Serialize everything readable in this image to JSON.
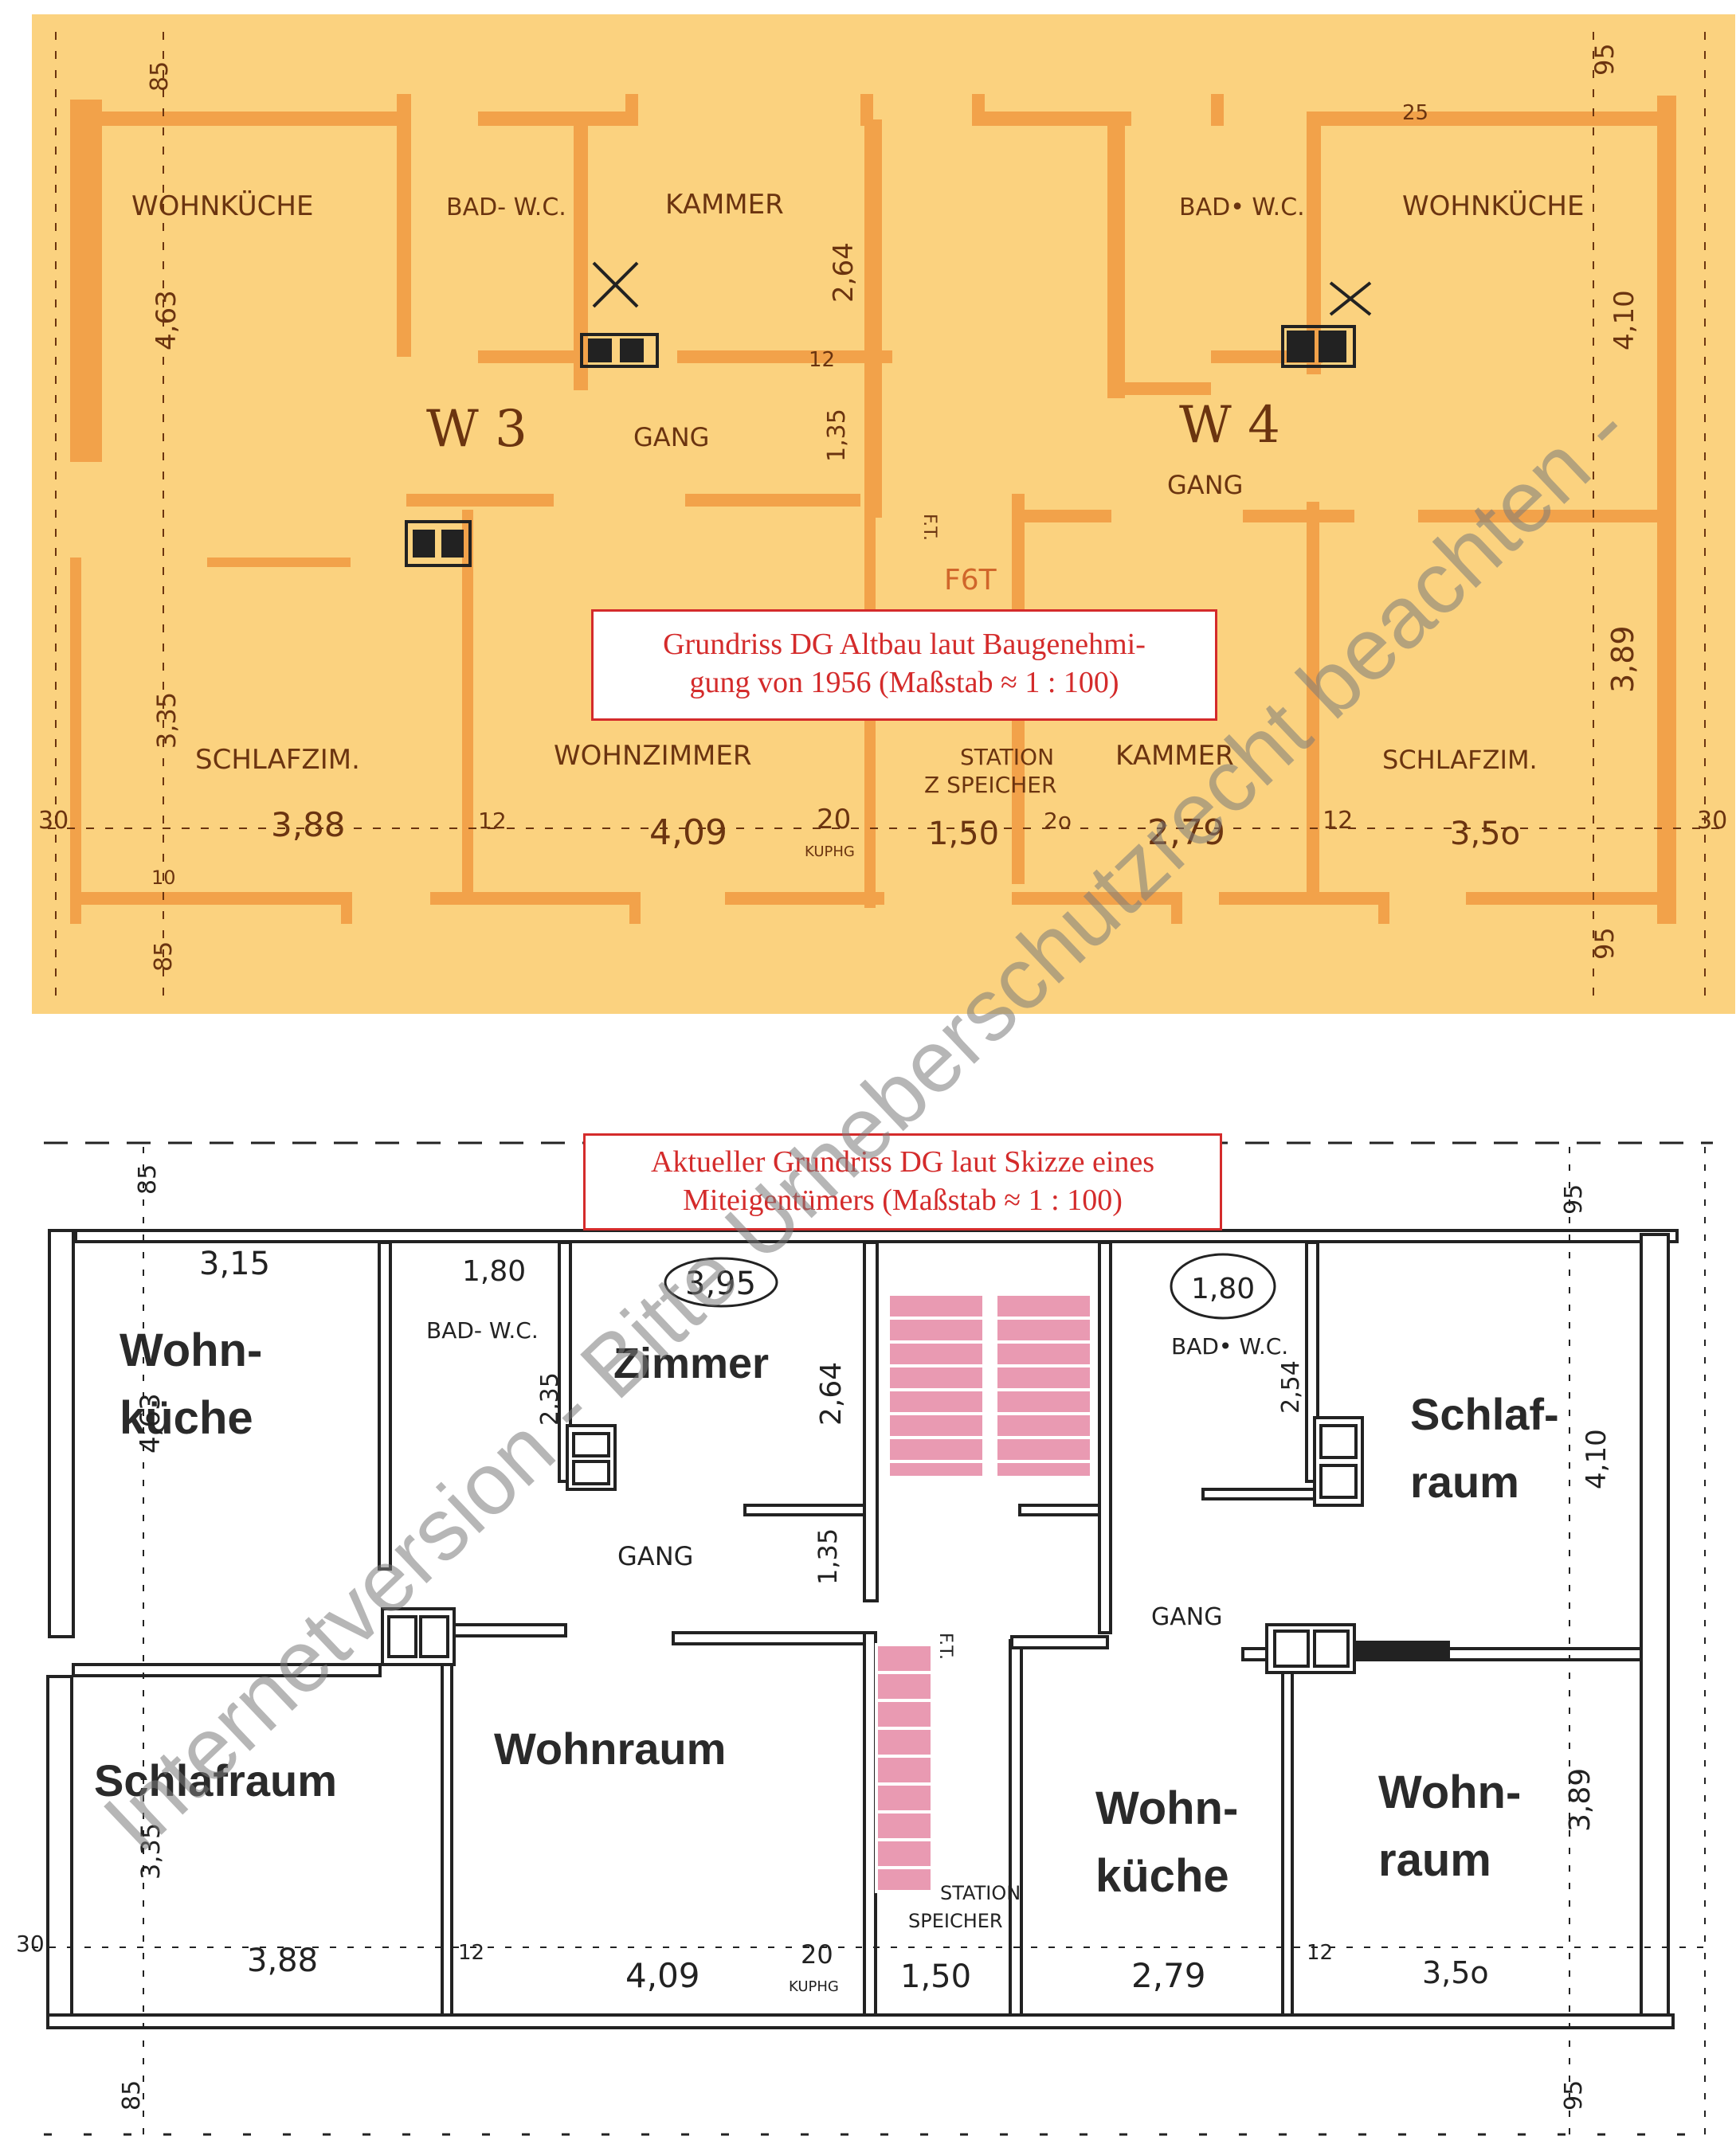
{
  "colors": {
    "paper_top": "#fbd27f",
    "wall_top": "#f2a24a",
    "ink_top": "#6b3410",
    "caption_red": "#d42b2b",
    "stair_pink": "#e99ab2",
    "watermark_gray": "#7a7a7a"
  },
  "top_plan": {
    "caption_line1": "Grundriss DG Altbau laut Baugenehmi-",
    "caption_line2": "gung von 1956 (Maßstab ≈ 1 : 100)",
    "unit_left": "W 3",
    "unit_right": "W 4",
    "rooms": {
      "wohnkueche_l": "WOHNKÜCHE",
      "badwc_l": "BAD- W.C.",
      "kammer_l": "KAMMER",
      "gang_l": "GANG",
      "schlafzim_l": "SCHLAFZIM.",
      "wohnzimmer": "WOHNZIMMER",
      "station": "STATION",
      "speicher": "Z SPEICHER",
      "kammer_r": "KAMMER",
      "schlafzim_r": "SCHLAFZIM.",
      "badwc_r": "BAD• W.C.",
      "wohnkueche_r": "WOHNKÜCHE",
      "gang_r": "GANG"
    },
    "dims": {
      "d85a": "85",
      "d463": "4,63",
      "d264": "2,64",
      "d135": "1,35",
      "d12a": "12",
      "d335": "3,35",
      "d30a": "30",
      "d388": "3,88",
      "d12b": "12",
      "d409": "4,09",
      "d20": "20",
      "kupa": "KUPHG",
      "d150": "1,50",
      "d2o": "2o",
      "d279": "2,79",
      "d12c": "12",
      "d350": "3,5o",
      "d30b": "30",
      "d389": "3,89",
      "d410": "4,10",
      "d95a": "95",
      "d95b": "95",
      "d25": "25",
      "d10": "10",
      "d85b": "85",
      "ft": "F.T.",
      "ft2": "F6T"
    }
  },
  "bottom_plan": {
    "caption_line1": "Aktueller Grundriss DG laut Skizze eines",
    "caption_line2": "Miteigentümers (Maßstab ≈ 1 : 100)",
    "rooms": {
      "wohn1": "Wohn-",
      "kueche1": "küche",
      "zimmer": "Zimmer",
      "schlafraum_l": "Schlafraum",
      "wohnraum_l": "Wohnraum",
      "schlaf1": "Schlaf-",
      "raum1": "raum",
      "wohn2": "Wohn-",
      "kueche2": "küche",
      "wohn3": "Wohn-",
      "raum2": "raum",
      "badwc_l": "BAD- W.C.",
      "badwc_r": "BAD• W.C.",
      "gang_l": "GANG",
      "gang_r": "GANG",
      "station": "STATION",
      "speicher": "SPEICHER"
    },
    "dims": {
      "d315": "3,15",
      "d180a": "1,80",
      "d395": "3,95",
      "d180b": "1,80",
      "d235": "2,35",
      "d264": "2,64",
      "d254": "2,54",
      "d463": "4,63",
      "d410": "4,10",
      "d135": "1,35",
      "d335": "3,35",
      "d389": "3,89",
      "d388": "3,88",
      "d409": "4,09",
      "d20": "20",
      "kupa": "KUPHG",
      "d150": "1,50",
      "d279": "2,79",
      "d350": "3,5o",
      "d12a": "12",
      "d12b": "12",
      "d30": "30",
      "d85a": "85",
      "d85b": "85",
      "d95a": "95",
      "d95b": "95",
      "ft": "F.T."
    }
  },
  "watermark": "Internetversion - Bitte Urheberschutzrecht beachten -"
}
